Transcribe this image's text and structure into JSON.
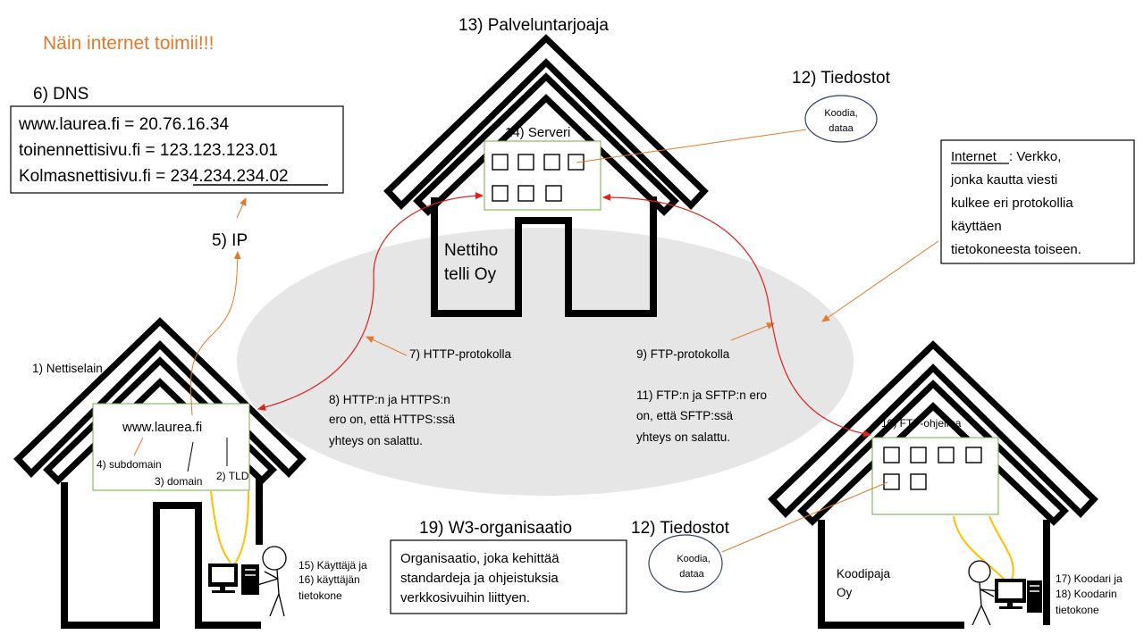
{
  "title": "Näin internet toimii!!!",
  "labels": {
    "dns_title": "6) DNS",
    "ip": "5) IP",
    "provider": "13) Palveluntarjoaja",
    "files_top": "12) Tiedostot",
    "files_bottom": "12) Tiedostot",
    "server": "14) Serveri",
    "host_company_line1": "Nettiho",
    "host_company_line2": "telli Oy",
    "browser": "1) Nettiselain",
    "http_protocol": "7) HTTP-protokolla",
    "ftp_protocol": "9) FTP-protokolla",
    "ftp_program": "10) FTP-ohjelma",
    "w3_title": "19) W3-organisaatio",
    "workshop_line1": "Koodipaja",
    "workshop_line2": "Oy"
  },
  "dns_table": [
    {
      "domain": "www.laurea.fi",
      "ip": "20.76.16.34"
    },
    {
      "domain": "toinennettisivu.fi",
      "ip": "123.123.123.01"
    },
    {
      "domain": "Kolmasnettisivu.fi",
      "ip": "234.234.234.02"
    }
  ],
  "url_box": {
    "url": "www.laurea.fi",
    "subdomain": "4) subdomain",
    "domain": "3) domain",
    "tld": "2) TLD"
  },
  "file_bubbles": {
    "top_line1": "Koodia,",
    "top_line2": "dataa",
    "bottom_line1": "Koodia,",
    "bottom_line2": "dataa"
  },
  "internet_box": {
    "term": "Internet",
    "lines": [
      ": Verkko,",
      "jonka kautta viesti",
      "kulkee eri protokollia",
      "käyttäen",
      "tietokoneesta  toiseen."
    ]
  },
  "https_note": [
    "8) HTTP:n ja HTTPS:n",
    "ero on, että HTTPS:ssä",
    "yhteys on salattu."
  ],
  "sftp_note": [
    "11) FTP:n ja SFTP:n ero",
    "on, että SFTP:ssä",
    "yhteys on salattu."
  ],
  "w3_box": [
    "Organisaatio, joka kehittää",
    "standardeja ja ohjeistuksia",
    "verkkosivuihin liittyen."
  ],
  "user_label": [
    "15) Käyttäjä ja",
    "16) käyttäjän",
    "tietokone"
  ],
  "coder_label": [
    "17) Koodari ja",
    "18) Koodarin",
    "tietokone"
  ],
  "colors": {
    "title": "#e07a2e",
    "orange_arrow": "#e07a2e",
    "red_arrow": "#e02020",
    "green_box": "#70ad47",
    "network_cloud": "#e7e6e6",
    "cable": "#ffc000",
    "bubble_border": "#2f3f6f"
  },
  "icons": [
    "house-icon",
    "user-figure-icon",
    "computer-icon",
    "monitor-icon"
  ]
}
